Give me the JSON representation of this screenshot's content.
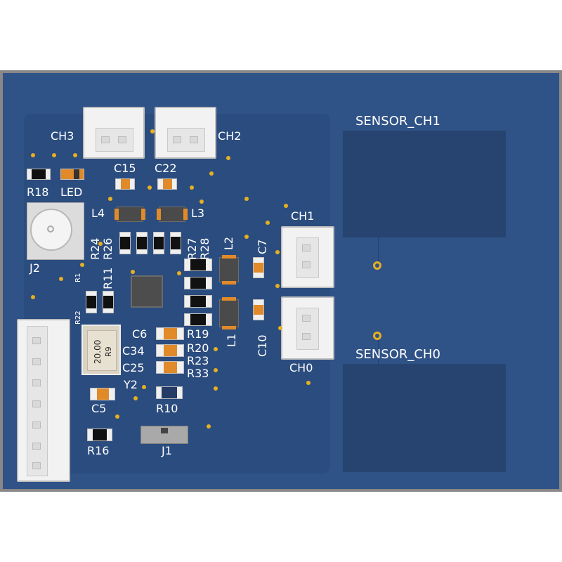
{
  "pcb": {
    "sensor_labels": {
      "ch1": "SENSOR_CH1",
      "ch0": "SENSOR_CH0"
    },
    "connectors": {
      "ch3": "CH3",
      "ch2": "CH2",
      "ch1": "CH1",
      "ch0": "CH0"
    },
    "caps": {
      "c15": "C15",
      "c22": "C22",
      "c7": "C7",
      "c10": "C10",
      "c6": "C6",
      "c34": "C34",
      "c25": "C25",
      "c5": "C5"
    },
    "resistors": {
      "r18": "R18",
      "r24": "R24",
      "r26": "R26",
      "r27": "R27",
      "r28": "R28",
      "r11": "R11",
      "r19": "R19",
      "r20": "R20",
      "r23": "R23",
      "r33": "R33",
      "r10": "R10",
      "r16": "R16",
      "r1": "R1",
      "r22": "R22"
    },
    "inductors": {
      "l4": "L4",
      "l3": "L3",
      "l2": "L2",
      "l1": "L1"
    },
    "misc": {
      "led": "LED",
      "j2": "J2",
      "y2": "Y2",
      "j1": "J1",
      "crystal_top": "20.00",
      "crystal_bot": "R9"
    },
    "colors": {
      "board": "#2f5287",
      "frame": "#8a8788",
      "copper": "#e6b020",
      "silk": "#ffffff",
      "capacitor": "#e08a2a"
    }
  }
}
